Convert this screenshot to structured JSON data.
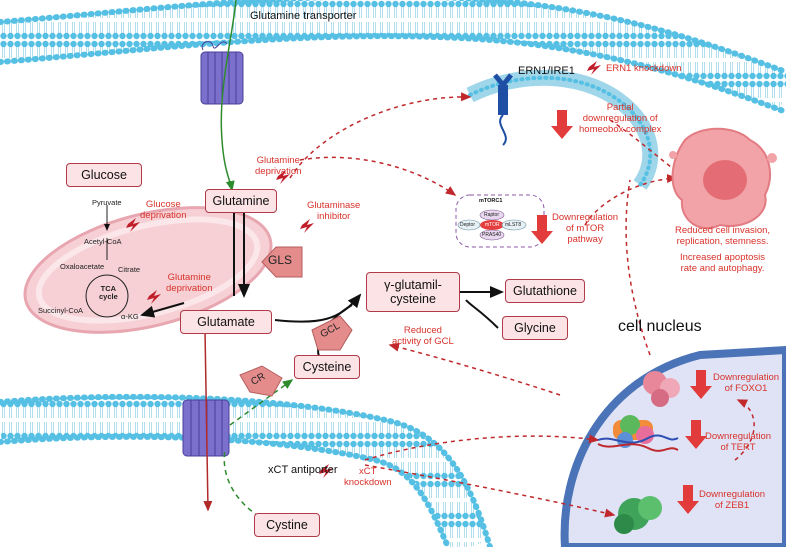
{
  "molecules": {
    "glucose": "Glucose",
    "glutamine": "Glutamine",
    "glutamate": "Glutamate",
    "gamma_glutamylcysteine": "γ-glutamil-\ncysteine",
    "glutathione": "Glutathione",
    "glycine": "Glycine",
    "cysteine": "Cysteine",
    "cystine": "Cystine"
  },
  "enzymes": {
    "gls": "GLS",
    "gcl": "GCL",
    "cr": "CR"
  },
  "transporters": {
    "glutamine_transporter": "Glutamine\ntransporter",
    "xct_antiporter": "xCT antiporter",
    "ern1": "ERN1/IRE1"
  },
  "metabolism": {
    "pyruvate": "Pyruvate",
    "acetyl_coa": "Acetyl-CoA",
    "oxaloacetate": "Oxaloacetate",
    "citrate": "Citrate",
    "tca_cycle": "TCA\ncycle",
    "succinyl_coa": "Succinyl-CoA",
    "a_kg": "α-KG"
  },
  "mtorc1": {
    "title": "mTORC1",
    "raptor": "Raptor",
    "deptor": "Deptor",
    "mtor": "mTOR",
    "mlst8": "mLST8",
    "pras40": "PRAS40"
  },
  "interventions": {
    "glucose_deprivation": "Glucose\ndeprivation",
    "glutamine_deprivation_top": "Glutamine\ndeprivation",
    "glutamine_deprivation_mito": "Glutamine\ndeprivation",
    "glutaminase_inhibitor": "Glutaminase\ninhibitor",
    "ern1_knockdown": "ERN1\nknockdown",
    "xct_knockdown": "xCT\nknockdown"
  },
  "effects": {
    "homeobox": "Partial\ndownregulation of\nhomeobox complex",
    "mtor_pathway": "Downregulation\nof mTOR\npathway",
    "reduced_gcl": "Reduced\nactivity of GCL",
    "foxo1": "Downregulation\nof FOXO1",
    "tert": "Downregulation\nof TERT",
    "zeb1": "Downregulation\nof ZEB1",
    "cell_outcome_1": "Reduced cell invasion,\nreplication, stemness.",
    "cell_outcome_2": "Increased apoptosis\nrate and autophagy."
  },
  "nucleus_label": "cell nucleus",
  "colors": {
    "membrane": "#55c0e3",
    "box_fill": "#fbe3e6",
    "box_border": "#b03a4a",
    "red_text": "#d8322b",
    "nucleus": "#dfe3f5",
    "transporter": "#7b70cc",
    "green_arrow": "#2e8b2e",
    "dark_red_arrow": "#b12a2a"
  }
}
